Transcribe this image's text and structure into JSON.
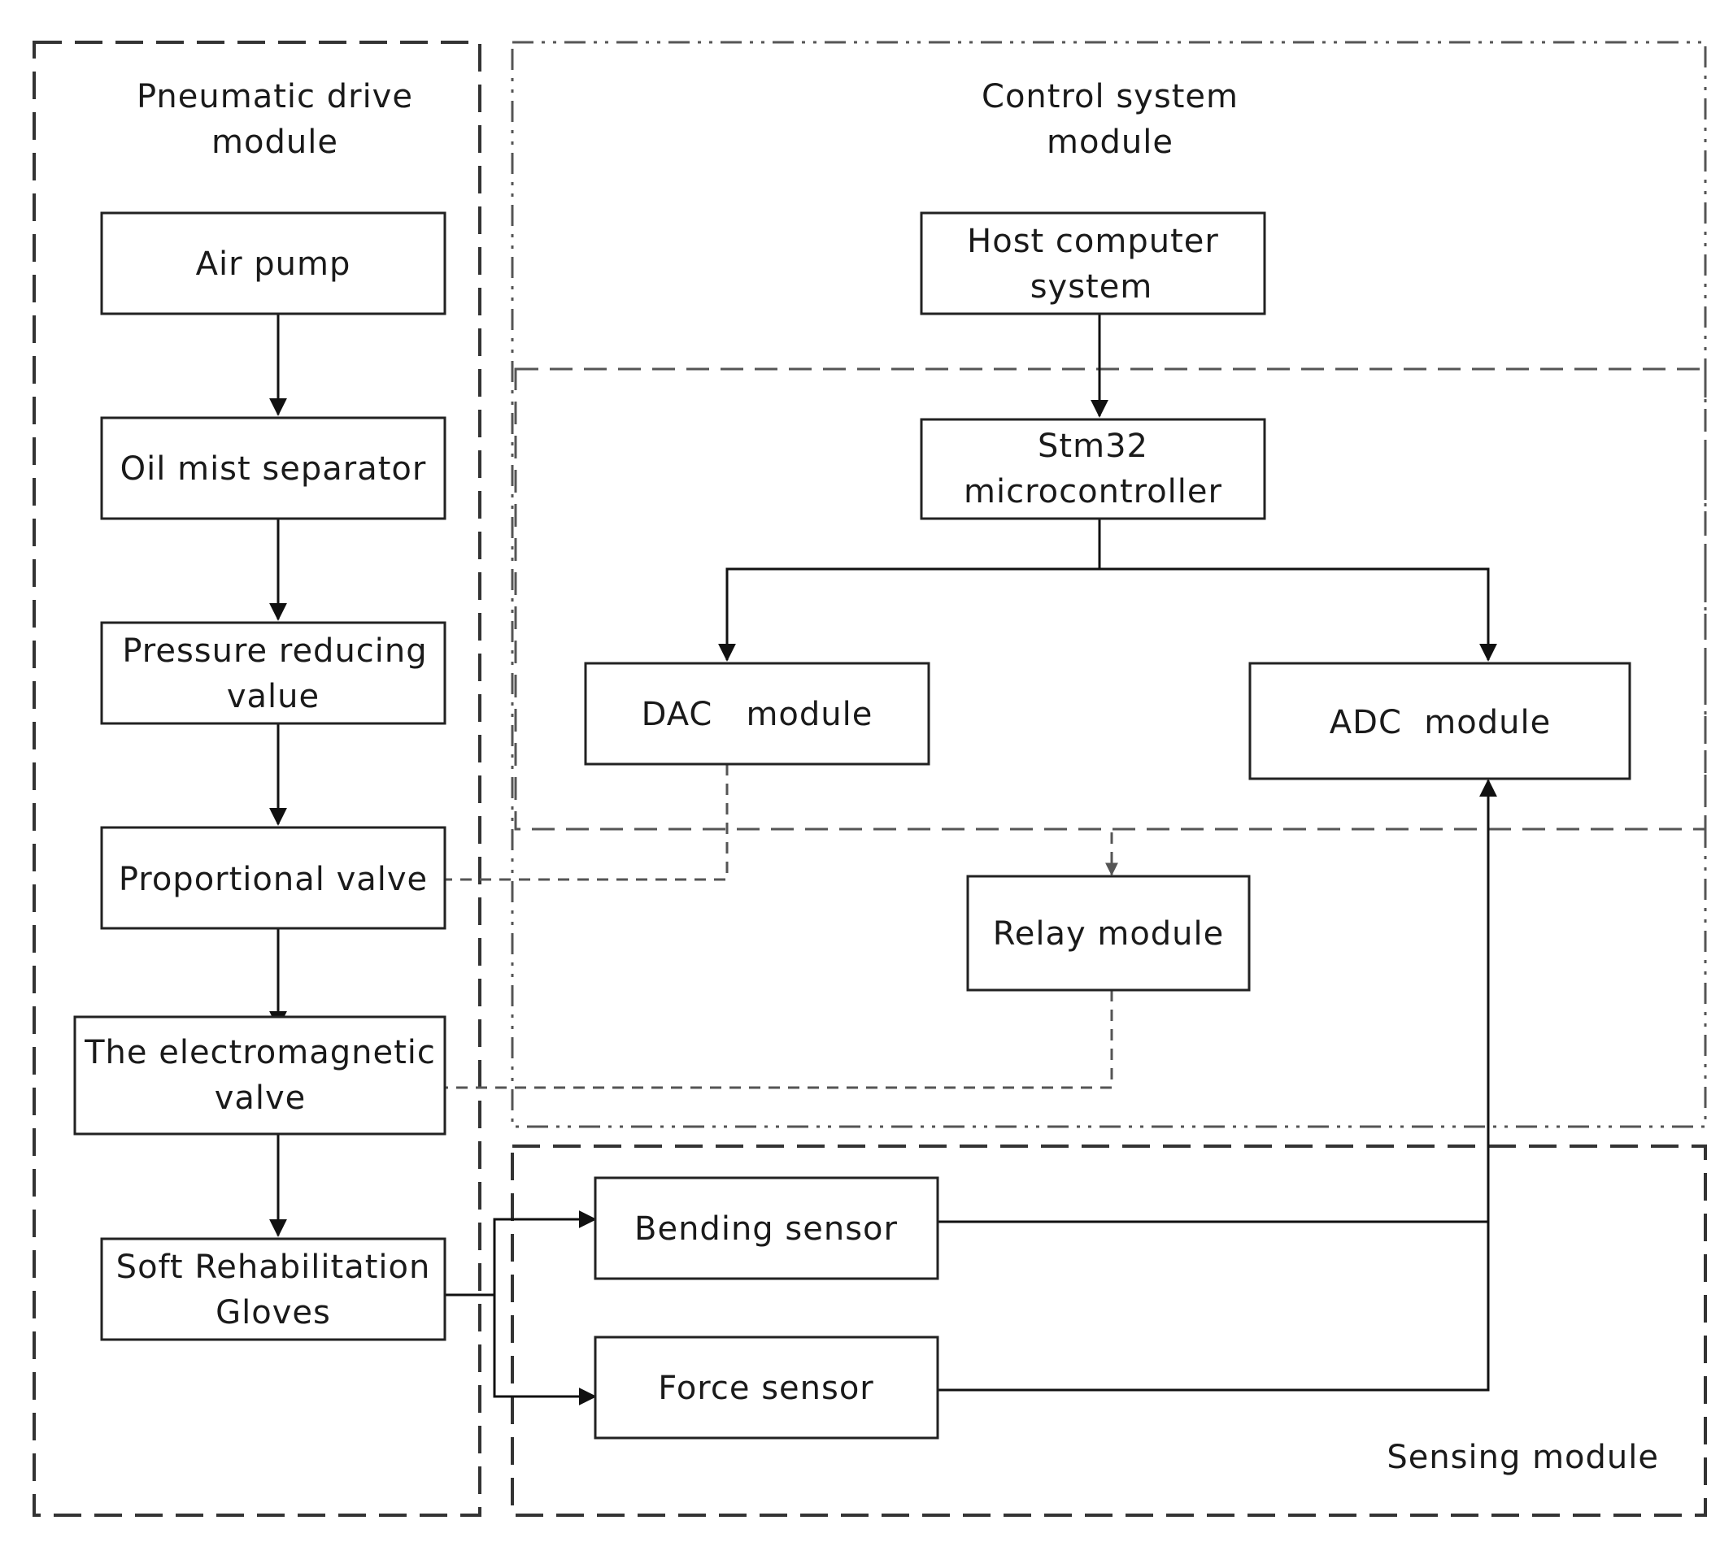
{
  "groups": {
    "pneumatic": {
      "title_line1": "Pneumatic drive",
      "title_line2": "module"
    },
    "control": {
      "title_line1": "Control system",
      "title_line2": "module"
    },
    "sensing": {
      "title": "Sensing module"
    }
  },
  "nodes": {
    "air_pump": {
      "line1": "Air pump"
    },
    "oil_mist": {
      "line1": "Oil mist separator"
    },
    "pressure_reducing": {
      "line1": "Pressure reducing",
      "line2": "value"
    },
    "proportional": {
      "line1": "Proportional valve"
    },
    "electromagnetic": {
      "line1": "The electromagnetic",
      "line2": "valve"
    },
    "gloves": {
      "line1": "Soft Rehabilitation",
      "line2": "Gloves"
    },
    "host": {
      "line1": "Host computer",
      "line2": "system"
    },
    "stm32": {
      "line1": "Stm32",
      "line2": "microcontroller"
    },
    "dac": {
      "line1": "DAC   module"
    },
    "adc": {
      "line1": "ADC  module"
    },
    "relay": {
      "line1": "Relay module"
    },
    "bending": {
      "line1": "Bending sensor"
    },
    "force": {
      "line1": "Force sensor"
    }
  },
  "style": {
    "line_color": "#111111",
    "dashed_link_color": "#555555",
    "box_fill": "#ffffff"
  }
}
